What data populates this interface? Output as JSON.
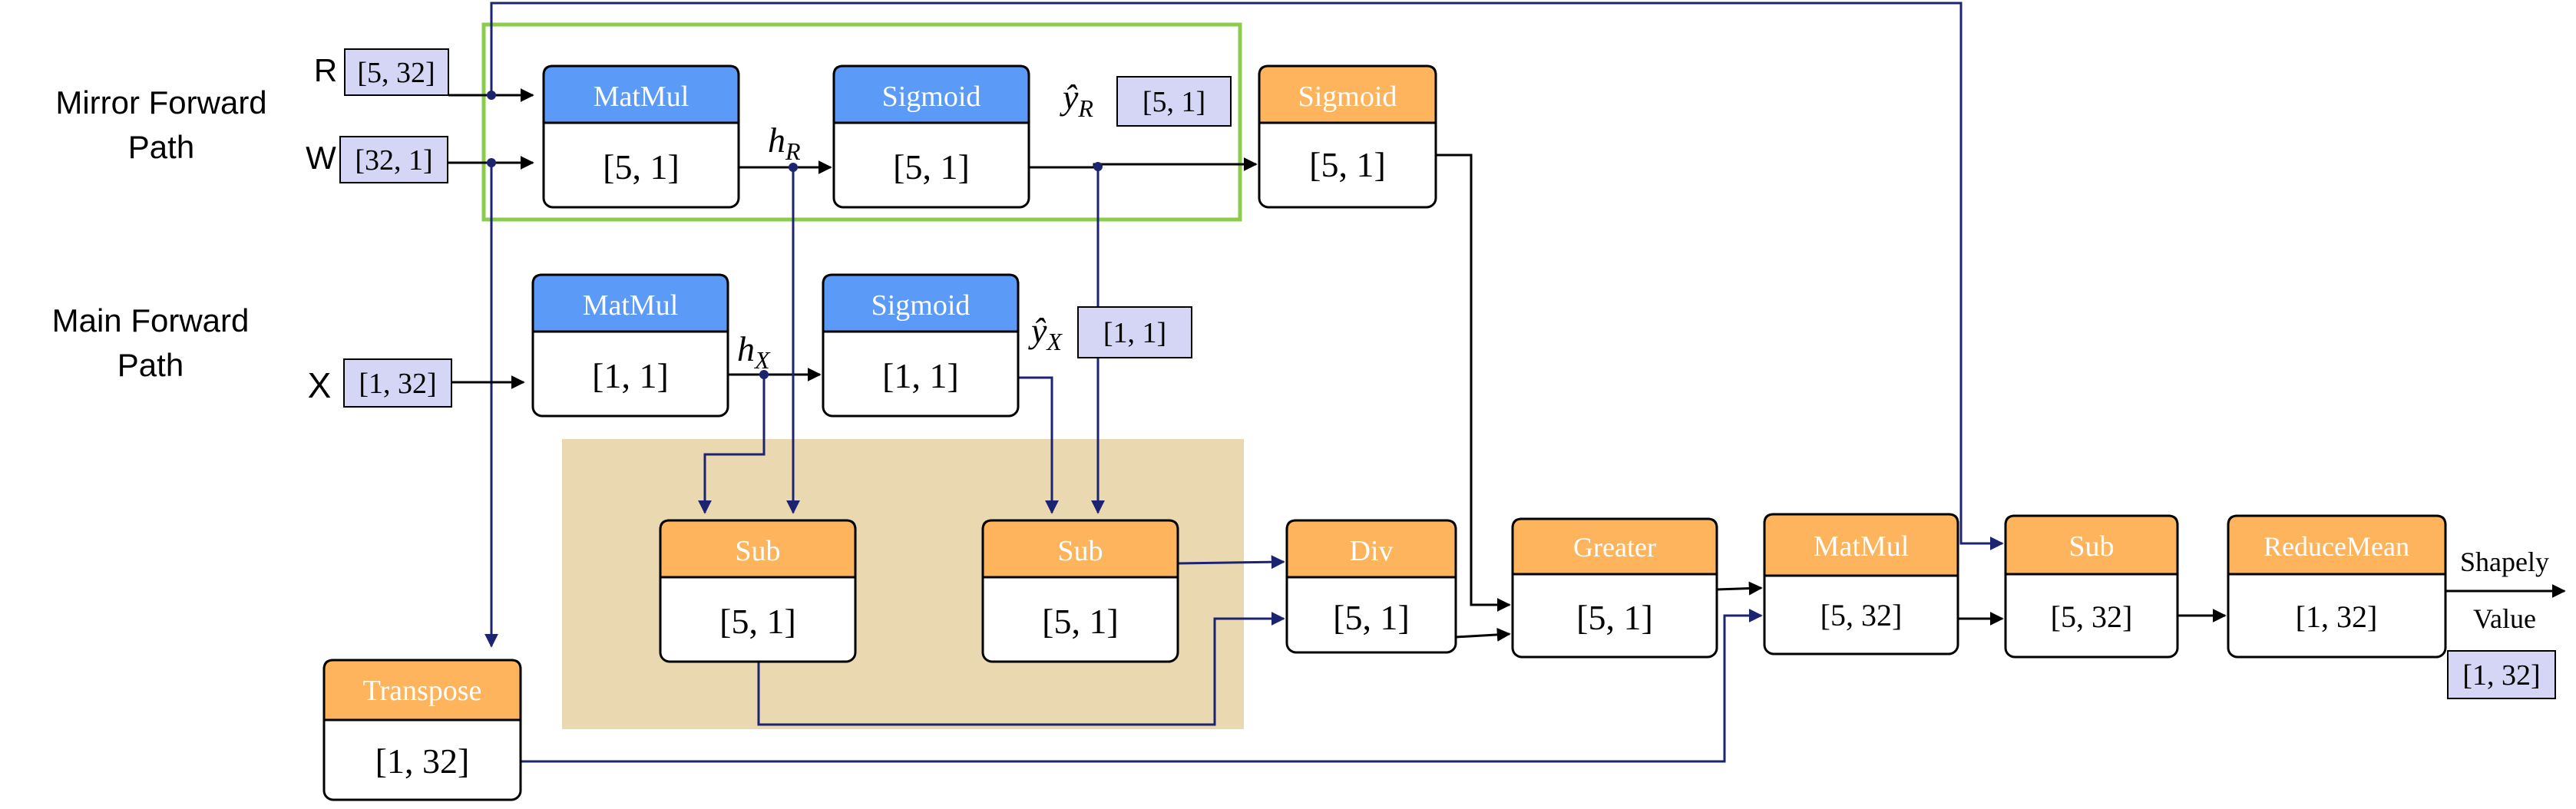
{
  "colors": {
    "blue_header": "#5b9bf7",
    "orange_header": "#fdb45c",
    "shape_tag": "#d5d6f5",
    "green_frame": "#8ccc4c",
    "tan_region": "#ead9b0",
    "black_wire": "#000000",
    "navy_wire": "#1c2370"
  },
  "sections": {
    "mirror_line1": "Mirror Forward",
    "mirror_line2": "Path",
    "main_line1": "Main Forward",
    "main_line2": "Path"
  },
  "inputs": {
    "r": {
      "name": "R",
      "shape": "[5, 32]"
    },
    "w": {
      "name": "W",
      "shape": "[32, 1]"
    },
    "x": {
      "name": "X",
      "shape": "[1, 32]"
    }
  },
  "labels": {
    "h_r": {
      "base": "h",
      "sub": "R"
    },
    "h_x": {
      "base": "h",
      "sub": "X"
    },
    "yhat_r": {
      "base": "ŷ",
      "sub": "R",
      "shape": "[5, 1]"
    },
    "yhat_x": {
      "base": "ŷ",
      "sub": "X",
      "shape": "[1, 1]"
    }
  },
  "nodes": {
    "mirror_matmul": {
      "op": "MatMul",
      "shape": "[5, 1]"
    },
    "mirror_sigmoid": {
      "op": "Sigmoid",
      "shape": "[5, 1]"
    },
    "out_sigmoid": {
      "op": "Sigmoid",
      "shape": "[5, 1]"
    },
    "main_matmul": {
      "op": "MatMul",
      "shape": "[1, 1]"
    },
    "main_sigmoid": {
      "op": "Sigmoid",
      "shape": "[1, 1]"
    },
    "sub_h": {
      "op": "Sub",
      "shape": "[5, 1]"
    },
    "sub_y": {
      "op": "Sub",
      "shape": "[5, 1]"
    },
    "div": {
      "op": "Div",
      "shape": "[5, 1]"
    },
    "greater": {
      "op": "Greater",
      "shape": "[5, 1]"
    },
    "final_matmul": {
      "op": "MatMul",
      "shape": "[5, 32]"
    },
    "final_sub": {
      "op": "Sub",
      "shape": "[5, 32]"
    },
    "reducemean": {
      "op": "ReduceMean",
      "shape": "[1, 32]"
    },
    "transpose": {
      "op": "Transpose",
      "shape": "[1, 32]"
    }
  },
  "output": {
    "line1": "Shapely",
    "line2": "Value",
    "shape": "[1, 32]"
  }
}
